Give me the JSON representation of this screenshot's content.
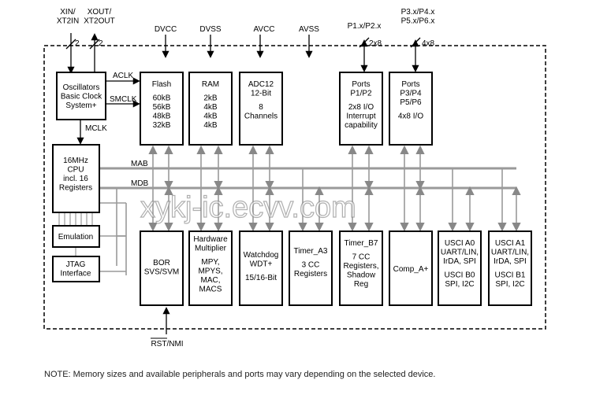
{
  "pins": {
    "xin": [
      "XIN/",
      "XT2IN"
    ],
    "xout": [
      "XOUT/",
      "XT2OUT"
    ],
    "dvcc": "DVCC",
    "dvss": "DVSS",
    "avcc": "AVCC",
    "avss": "AVSS",
    "p12": "P1.x/P2.x",
    "p36": [
      "P3.x/P4.x",
      "P5.x/P6.x"
    ],
    "rst": "RST/NMI"
  },
  "bus_widths": {
    "xin": "2",
    "xout": "2",
    "p12": "2x8",
    "p36": "4x8"
  },
  "signals": {
    "aclk": "ACLK",
    "smclk": "SMCLK",
    "mclk": "MCLK",
    "mab": "MAB",
    "mdb": "MDB"
  },
  "blocks": {
    "oscillators": [
      "Oscillators",
      "Basic Clock",
      "System+"
    ],
    "flash": [
      "Flash",
      "",
      "60kB",
      "56kB",
      "48kB",
      "32kB"
    ],
    "ram": [
      "RAM",
      "",
      "2kB",
      "4kB",
      "4kB",
      "4kB"
    ],
    "adc": [
      "ADC12",
      "12-Bit",
      "",
      "8",
      "Channels"
    ],
    "ports12": [
      "Ports",
      "P1/P2",
      "",
      "2x8 I/O",
      "Interrupt",
      "capability"
    ],
    "ports36": [
      "Ports",
      "P3/P4",
      "P5/P6",
      "",
      "4x8 I/O"
    ],
    "cpu": [
      "16MHz",
      "CPU",
      "incl. 16",
      "Registers"
    ],
    "emulation": [
      "Emulation"
    ],
    "jtag": [
      "JTAG",
      "Interface"
    ],
    "bor": [
      "BOR",
      "SVS/SVM"
    ],
    "multiplier": [
      "Hardware",
      "Multiplier",
      "",
      "MPY,",
      "MPYS,",
      "MAC,",
      "MACS"
    ],
    "watchdog": [
      "Watchdog",
      "WDT+",
      "",
      "15/16-Bit"
    ],
    "timer_a3": [
      "Timer_A3",
      "",
      "3 CC",
      "Registers"
    ],
    "timer_b7": [
      "Timer_B7",
      "",
      "7 CC",
      "Registers,",
      "Shadow",
      "Reg"
    ],
    "comp": [
      "Comp_A+"
    ],
    "usci_a0": [
      "USCI A0",
      "UART/LIN,",
      "IrDA, SPI",
      "",
      "USCI B0",
      "SPI, I2C"
    ],
    "usci_a1": [
      "USCI A1",
      "UART/LIN,",
      "IrDA, SPI",
      "",
      "USCI B1",
      "SPI, I2C"
    ]
  },
  "watermark": "xykj-ic.ecvv.com",
  "note": "NOTE: Memory sizes and available peripherals and ports may vary depending on the selected device."
}
